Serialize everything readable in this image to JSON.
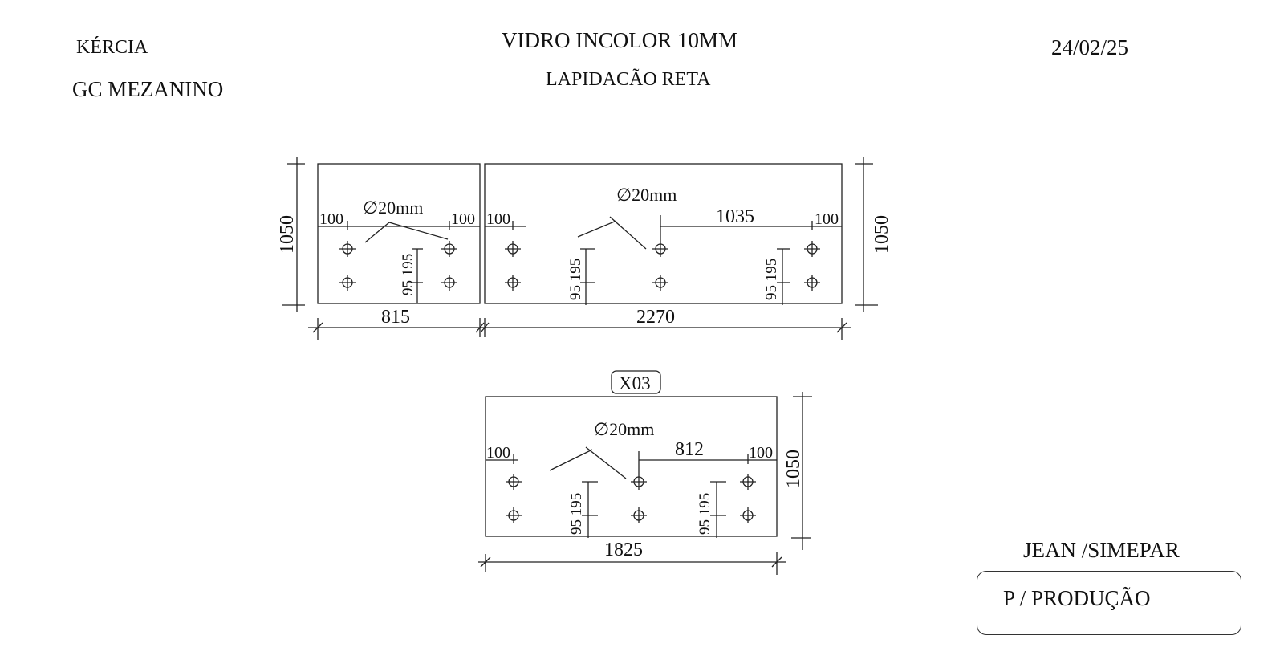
{
  "header": {
    "client": "KÉRCIA",
    "project": "GC MEZANINO",
    "material": "VIDRO INCOLOR 10MM",
    "finish": "LAPIDACÃO RETA",
    "date": "24/02/25"
  },
  "footer": {
    "customer": "JEAN /SIMEPAR",
    "note": "P / PRODUÇÃO"
  },
  "top_assembly": {
    "panel_a": {
      "width": "815",
      "height": "1050",
      "hole": "∅20mm",
      "edge_left": "100",
      "edge_right": "100",
      "hole_offsets": "95 195"
    },
    "panel_b": {
      "width": "2270",
      "height": "1050",
      "hole": "∅20mm",
      "edge_left": "100",
      "hole_spacing": "1035",
      "edge_right": "100",
      "hole_offsets_1": "95 195",
      "hole_offsets_2": "95 195"
    }
  },
  "bottom_panel": {
    "tag": "X03",
    "width": "1825",
    "height": "1050",
    "hole": "∅20mm",
    "edge_left": "100",
    "hole_spacing": "812",
    "edge_right": "100",
    "hole_offsets_1": "95 195",
    "hole_offsets_2": "95 195"
  }
}
